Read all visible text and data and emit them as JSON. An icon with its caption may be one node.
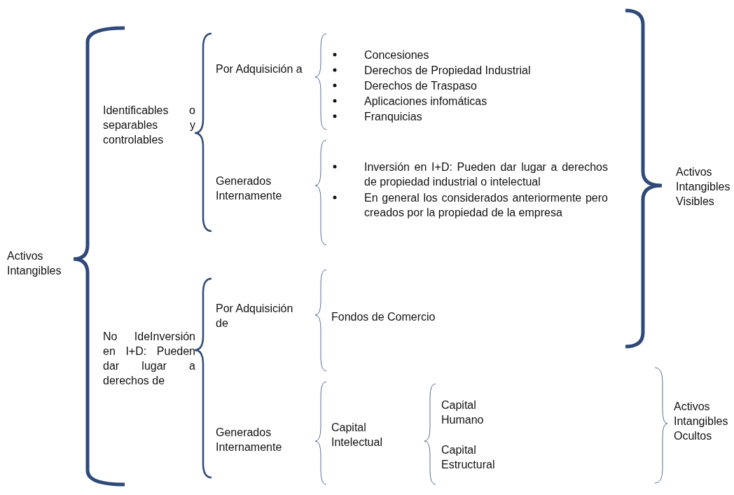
{
  "diagram": {
    "labels": [
      "Activos Intangibles",
      "Identificables o separables y controlables",
      "Por Adquisición a",
      "Concesiones",
      "Derechos de Propiedad Industrial",
      "Derechos de Traspaso",
      "Aplicaciones infomáticas",
      "Franquicias",
      "Generados Internamente",
      "Inversión en I+D: Pueden dar lugar a derechos de propiedad industrial o intelectual",
      "En general los considerados anteriormente pero creados por la propiedad de la empresa",
      "Activos Intangibles Visibles",
      "No IdeInversión en I+D: Pueden dar lugar a derechos de",
      "Por Adquisición de",
      "Fondos de Comercio",
      "Generados Internamente",
      "Capital Intelectual",
      "Capital Humano",
      "Capital Estructural",
      "Activos Intangibles Ocultos"
    ]
  }
}
